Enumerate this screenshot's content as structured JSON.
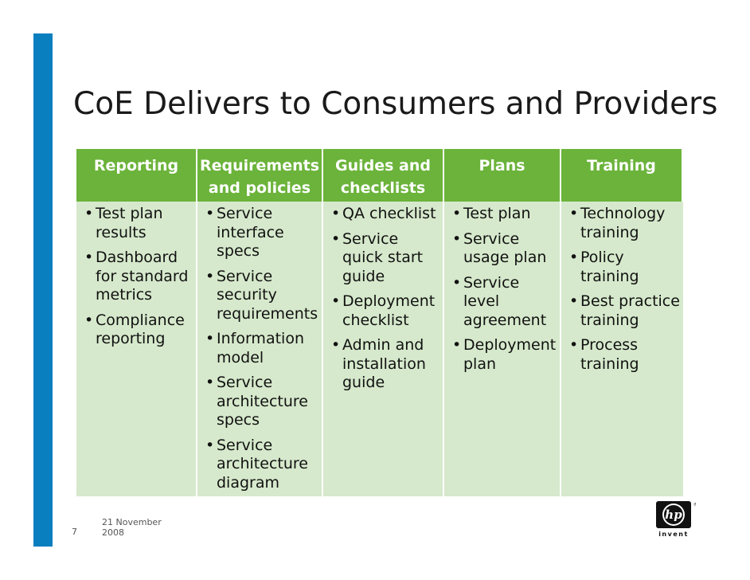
{
  "slide": {
    "title": "CoE Delivers to Consumers and Providers",
    "page_number": "7",
    "date_line1": "21 November",
    "date_line2": "2008",
    "logo_text": "invent",
    "accent_color": "#0a7fbf",
    "header_color": "#6bb33a",
    "body_color": "#d6e9cc"
  },
  "table": {
    "headers": [
      [
        "Reporting"
      ],
      [
        "Requirements",
        "and policies"
      ],
      [
        "Guides and",
        "checklists"
      ],
      [
        "Plans"
      ],
      [
        "Training"
      ]
    ],
    "columns": [
      [
        "Test plan results",
        "Dashboard for standard metrics",
        "Compliance reporting"
      ],
      [
        "Service interface specs",
        "Service security requirements",
        "Information model",
        "Service architecture specs",
        "Service architecture diagram"
      ],
      [
        "QA checklist",
        "Service quick start guide",
        "Deployment checklist",
        "Admin and installation guide"
      ],
      [
        "Test plan",
        "Service usage plan",
        "Service level agreement",
        "Deployment plan"
      ],
      [
        "Technology training",
        "Policy training",
        "Best practice training",
        "Process training"
      ]
    ]
  }
}
